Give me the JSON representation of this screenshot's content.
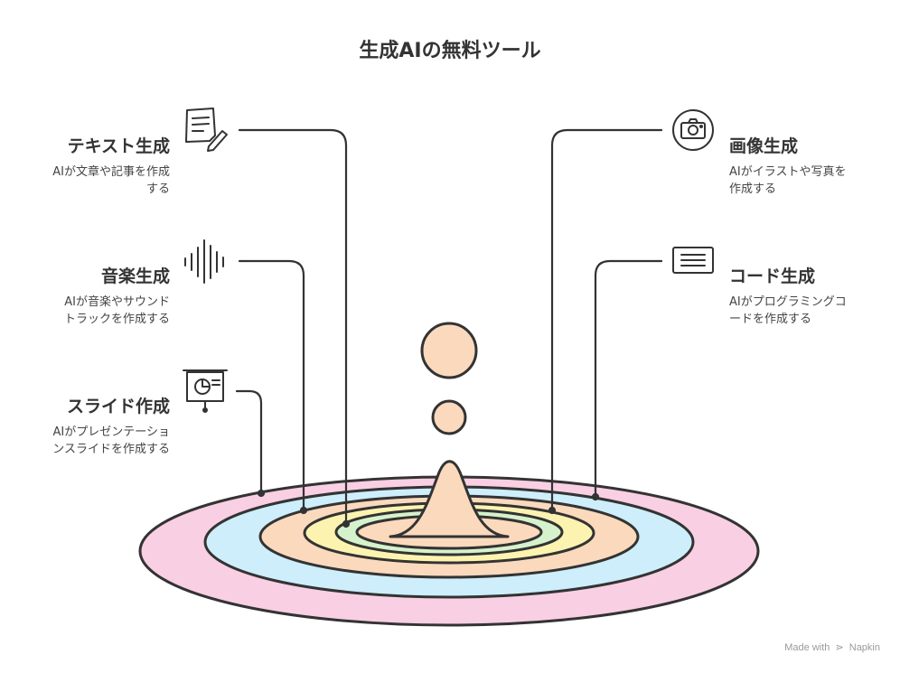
{
  "title": "生成AIの無料ツール",
  "items": [
    {
      "heading": "テキスト生成",
      "description": "AIが文章や記事を作成\nする",
      "icon": "document-pencil-icon"
    },
    {
      "heading": "音楽生成",
      "description": "AIが音楽やサウンド\nトラックを作成する",
      "icon": "sound-wave-icon"
    },
    {
      "heading": "スライド作成",
      "description": "AIがプレゼンテーショ\nンスライドを作成する",
      "icon": "presentation-board-icon"
    },
    {
      "heading": "画像生成",
      "description": "AIがイラストや写真を\n作成する",
      "icon": "camera-icon"
    },
    {
      "heading": "コード生成",
      "description": "AIがプログラミングコ\nードを作成する",
      "icon": "code-window-icon"
    }
  ],
  "colors": {
    "ring_outer": "#f9cfe4",
    "ring_blue": "#cdeefa",
    "ring_peach": "#fbd9bd",
    "ring_yellow": "#fdf3b0",
    "ring_green": "#d6f2cc",
    "drop": "#fbd9bd",
    "stroke": "#333333"
  },
  "watermark": {
    "prefix": "Made with",
    "brand": "Napkin"
  }
}
